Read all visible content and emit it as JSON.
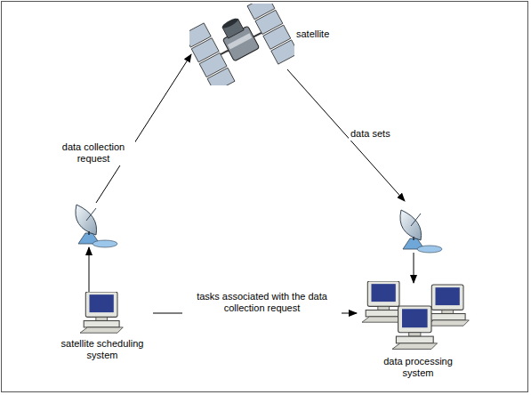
{
  "diagram": {
    "nodes": [
      {
        "text": [
          "satellite"
        ]
      },
      {
        "text": [
          "satellite scheduling system"
        ]
      },
      {
        "text": [
          "data processing system"
        ]
      }
    ],
    "edges": [
      {
        "from": 1,
        "to": 0,
        "label": "data collection request",
        "arrow": "to"
      },
      {
        "from": 0,
        "to": 2,
        "label": "data sets",
        "arrow": "to"
      },
      {
        "from": 1,
        "to": 2,
        "label": "tasks associated with the data collection request",
        "arrow": "to"
      }
    ]
  }
}
